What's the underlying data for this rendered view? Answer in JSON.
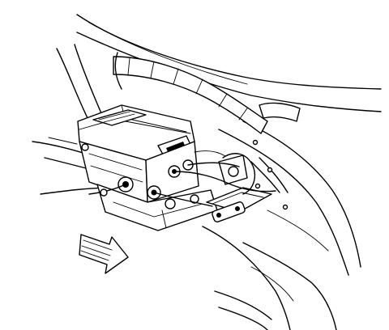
{
  "diagram": {
    "parts": [
      {
        "id": "frame-rail",
        "icon": "frame-rail"
      },
      {
        "id": "abs-modulator",
        "icon": "abs-modulator-assembly"
      },
      {
        "id": "electrical-connector",
        "icon": "connector"
      },
      {
        "id": "mounting-bracket",
        "icon": "bracket"
      },
      {
        "id": "brake-lines",
        "icon": "brake-lines"
      },
      {
        "id": "wire-harness",
        "icon": "wire-harness"
      }
    ],
    "arrow": {
      "icon": "vehicle-front-arrow",
      "direction": "front"
    },
    "colors": {
      "line": "#000000",
      "background": "#ffffff"
    }
  }
}
